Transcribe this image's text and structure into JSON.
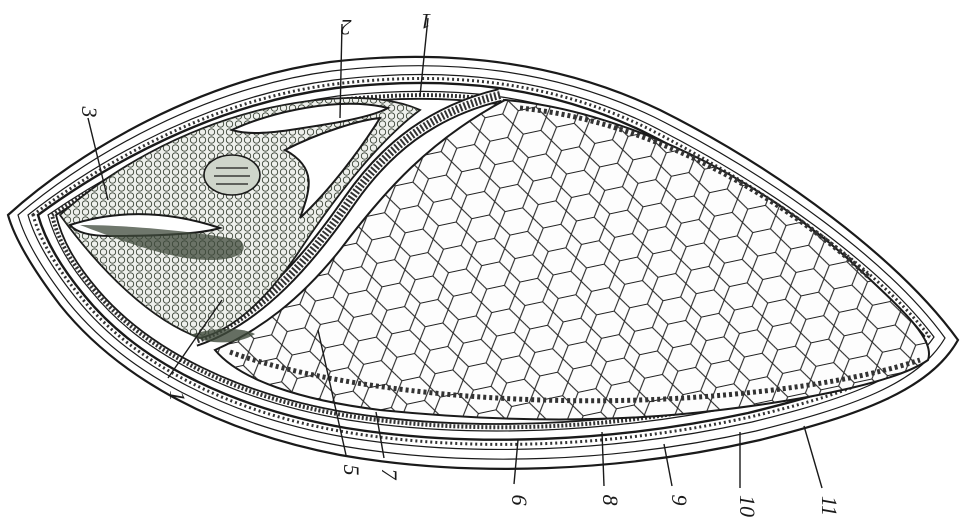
{
  "figure": {
    "colors": {
      "ink": "#1a1a1a",
      "paper": "#ffffff",
      "embryo": "#2e3a2c"
    },
    "labels": [
      {
        "id": "l1a",
        "text": "1"
      },
      {
        "id": "l2",
        "text": "2"
      },
      {
        "id": "l3",
        "text": "3"
      },
      {
        "id": "l1b",
        "text": "1"
      },
      {
        "id": "l5",
        "text": "5"
      },
      {
        "id": "l7",
        "text": "7"
      },
      {
        "id": "l6",
        "text": "6"
      },
      {
        "id": "l8",
        "text": "8"
      },
      {
        "id": "l9",
        "text": "9"
      },
      {
        "id": "l10",
        "text": "10"
      },
      {
        "id": "l11",
        "text": "11"
      }
    ]
  }
}
